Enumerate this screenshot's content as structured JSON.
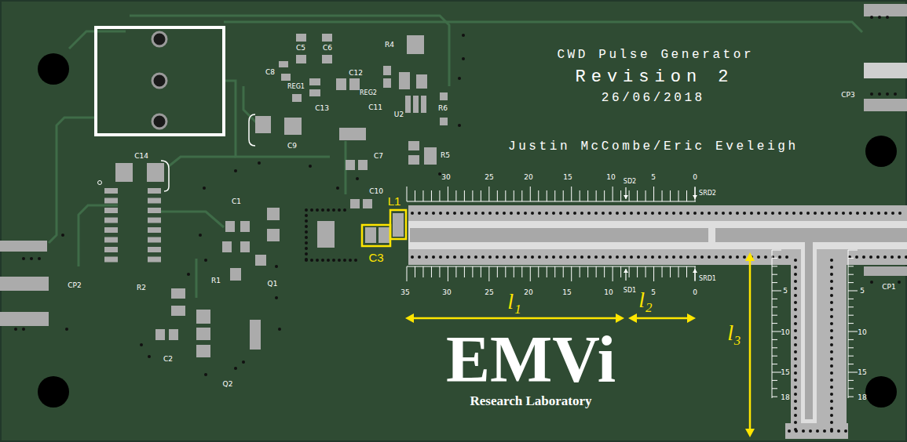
{
  "diagram": {
    "title": "CWD Pulse Generator",
    "labels": [
      "C5",
      "C6",
      "R4",
      "C8",
      "C12",
      "REG1",
      "REG2",
      "C13",
      "C11",
      "U2",
      "R6",
      "CP3",
      "Revision 2",
      "26/06/2018",
      "C9",
      "Justin McCombe/Eric Eveleigh",
      "C14",
      "C7",
      "R5",
      "30",
      "25",
      "20",
      "15",
      "10",
      "SD2",
      "5",
      "0",
      "SRD2",
      "C10",
      "L1",
      "C1",
      "C3",
      "R1",
      "Q1",
      "CP2",
      "R2",
      "SRD1",
      "CP1",
      "35",
      "30",
      "25",
      "20",
      "15",
      "10",
      "SD1",
      "5",
      "0",
      "5",
      "5",
      "l₁",
      "l₂",
      "l₃",
      "10",
      "10",
      "EMVi",
      "C2",
      "15",
      "15",
      "Q2",
      "18",
      "18",
      "Research Laboratory"
    ]
  }
}
